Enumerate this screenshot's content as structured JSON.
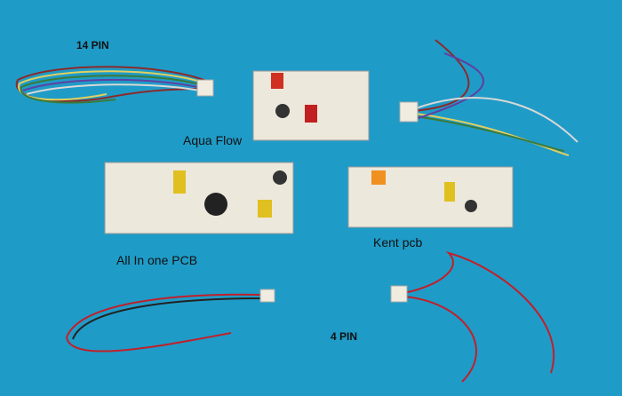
{
  "labels": {
    "fourteen_pin": "14 PIN",
    "aqua_flow": "Aqua Flow",
    "all_in_one": "All In one PCB",
    "kent": "Kent pcb",
    "four_pin": "4 PIN"
  },
  "colors": {
    "background": "#1f9bc7",
    "board": "#ece8dc",
    "wire_red": "#c0202a"
  }
}
